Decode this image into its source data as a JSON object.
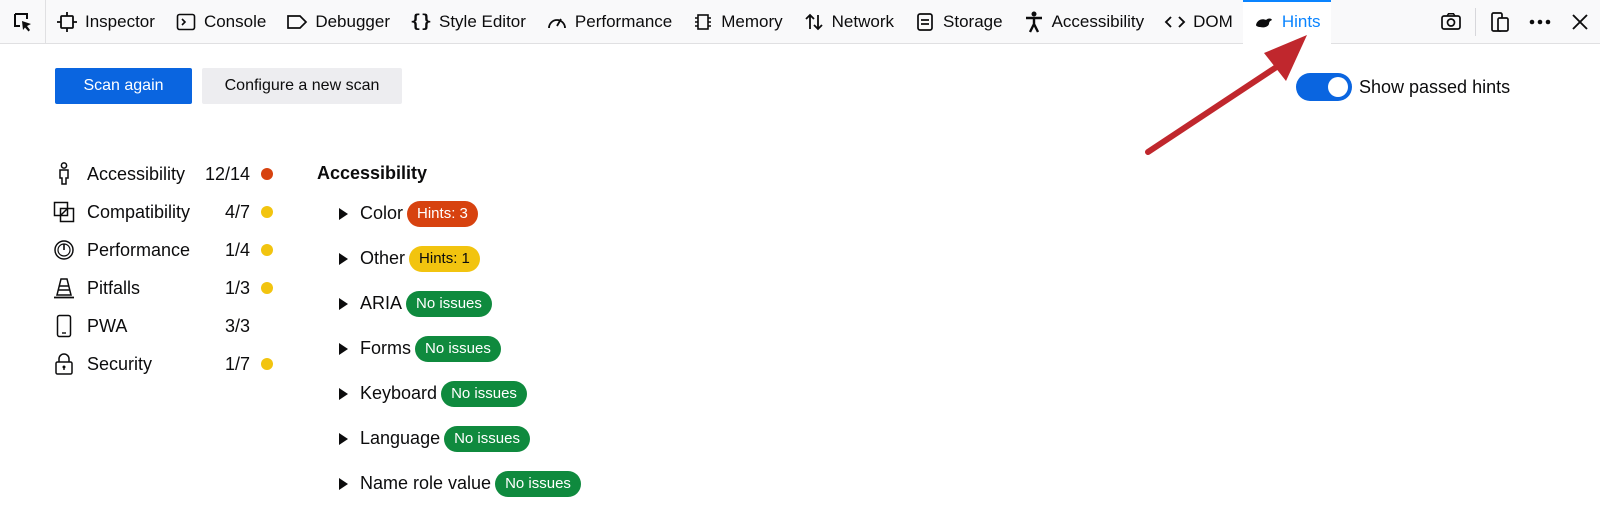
{
  "toolbar": {
    "tabs": [
      {
        "label": "Inspector",
        "icon": "inspector-icon"
      },
      {
        "label": "Console",
        "icon": "console-icon"
      },
      {
        "label": "Debugger",
        "icon": "debugger-icon"
      },
      {
        "label": "Style Editor",
        "icon": "style-editor-icon"
      },
      {
        "label": "Performance",
        "icon": "performance-icon"
      },
      {
        "label": "Memory",
        "icon": "memory-icon"
      },
      {
        "label": "Network",
        "icon": "network-icon"
      },
      {
        "label": "Storage",
        "icon": "storage-icon"
      },
      {
        "label": "Accessibility",
        "icon": "accessibility-icon"
      },
      {
        "label": "DOM",
        "icon": "dom-icon"
      },
      {
        "label": "Hints",
        "icon": "hints-icon",
        "selected": true
      }
    ],
    "right_icons": [
      "screenshot-icon",
      "responsive-design-icon",
      "more-options-icon",
      "close-icon"
    ]
  },
  "controls": {
    "scan_again": "Scan again",
    "configure_scan": "Configure a new scan",
    "show_passed_label": "Show passed hints",
    "show_passed_on": true
  },
  "sidebar": {
    "items": [
      {
        "label": "Accessibility",
        "count": "12/14",
        "status": "error",
        "icon": "accessibility-person-icon"
      },
      {
        "label": "Compatibility",
        "count": "4/7",
        "status": "warning",
        "icon": "compatibility-icon"
      },
      {
        "label": "Performance",
        "count": "1/4",
        "status": "warning",
        "icon": "stopwatch-icon"
      },
      {
        "label": "Pitfalls",
        "count": "1/3",
        "status": "warning",
        "icon": "traffic-cone-icon"
      },
      {
        "label": "PWA",
        "count": "3/3",
        "status": "none",
        "icon": "mobile-device-icon"
      },
      {
        "label": "Security",
        "count": "1/7",
        "status": "warning",
        "icon": "lock-icon"
      }
    ]
  },
  "main": {
    "title": "Accessibility",
    "categories": [
      {
        "label": "Color",
        "badge": "Hints: 3",
        "badge_type": "red"
      },
      {
        "label": "Other",
        "badge": "Hints: 1",
        "badge_type": "yellow"
      },
      {
        "label": "ARIA",
        "badge": "No issues",
        "badge_type": "green"
      },
      {
        "label": "Forms",
        "badge": "No issues",
        "badge_type": "green"
      },
      {
        "label": "Keyboard",
        "badge": "No issues",
        "badge_type": "green"
      },
      {
        "label": "Language",
        "badge": "No issues",
        "badge_type": "green"
      },
      {
        "label": "Name role value",
        "badge": "No issues",
        "badge_type": "green"
      }
    ]
  },
  "colors": {
    "accent": "#0a84ff",
    "primary_button": "#0a65e0",
    "error": "#d7420f",
    "warning": "#f2c40f",
    "success": "#0f8a3e",
    "annotation_arrow": "#c0272d"
  }
}
